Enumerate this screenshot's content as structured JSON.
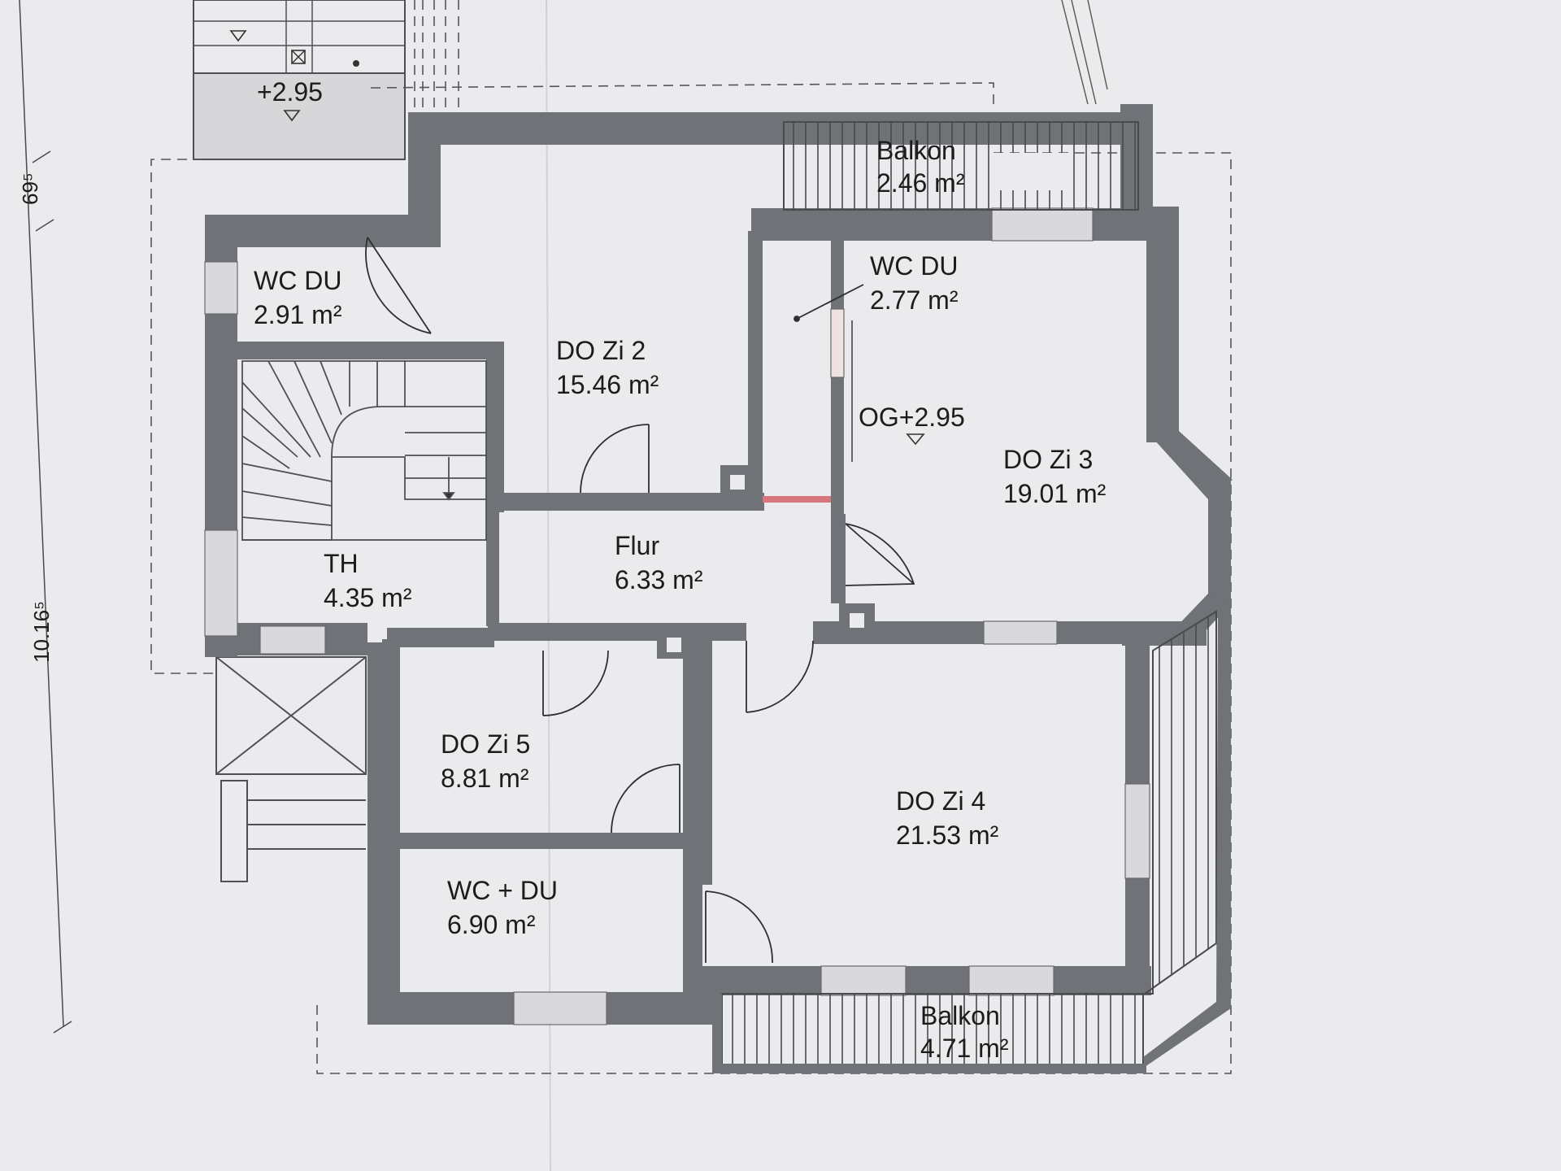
{
  "plan": {
    "colors": {
      "paper": "#ebebee",
      "wall": "#6f7277",
      "line": "#6c6c70",
      "window": "#d9d9dc",
      "accent": "#d8747b"
    },
    "level_marks": {
      "upper_stair": "+2.95",
      "floor": "OG+2.95"
    },
    "dimensions": {
      "upper": "69⁵",
      "height": "10.16⁵"
    },
    "rooms": {
      "balkon_top": {
        "name": "Balkon",
        "area": "2.46 m²"
      },
      "wc_du_left": {
        "name": "WC DU",
        "area": "2.91 m²"
      },
      "do_zi_2": {
        "name": "DO Zi 2",
        "area": "15.46 m²"
      },
      "wc_du_right": {
        "name": "WC DU",
        "area": "2.77 m²"
      },
      "do_zi_3": {
        "name": "DO Zi 3",
        "area": "19.01 m²"
      },
      "th": {
        "name": "TH",
        "area": "4.35 m²"
      },
      "flur": {
        "name": "Flur",
        "area": "6.33 m²"
      },
      "do_zi_5": {
        "name": "DO Zi 5",
        "area": "8.81 m²"
      },
      "do_zi_4": {
        "name": "DO Zi 4",
        "area": "21.53 m²"
      },
      "wc_du_bottom": {
        "name": "WC + DU",
        "area": "6.90 m²"
      },
      "balkon_bottom": {
        "name": "Balkon",
        "area": "4.71 m²"
      }
    }
  }
}
